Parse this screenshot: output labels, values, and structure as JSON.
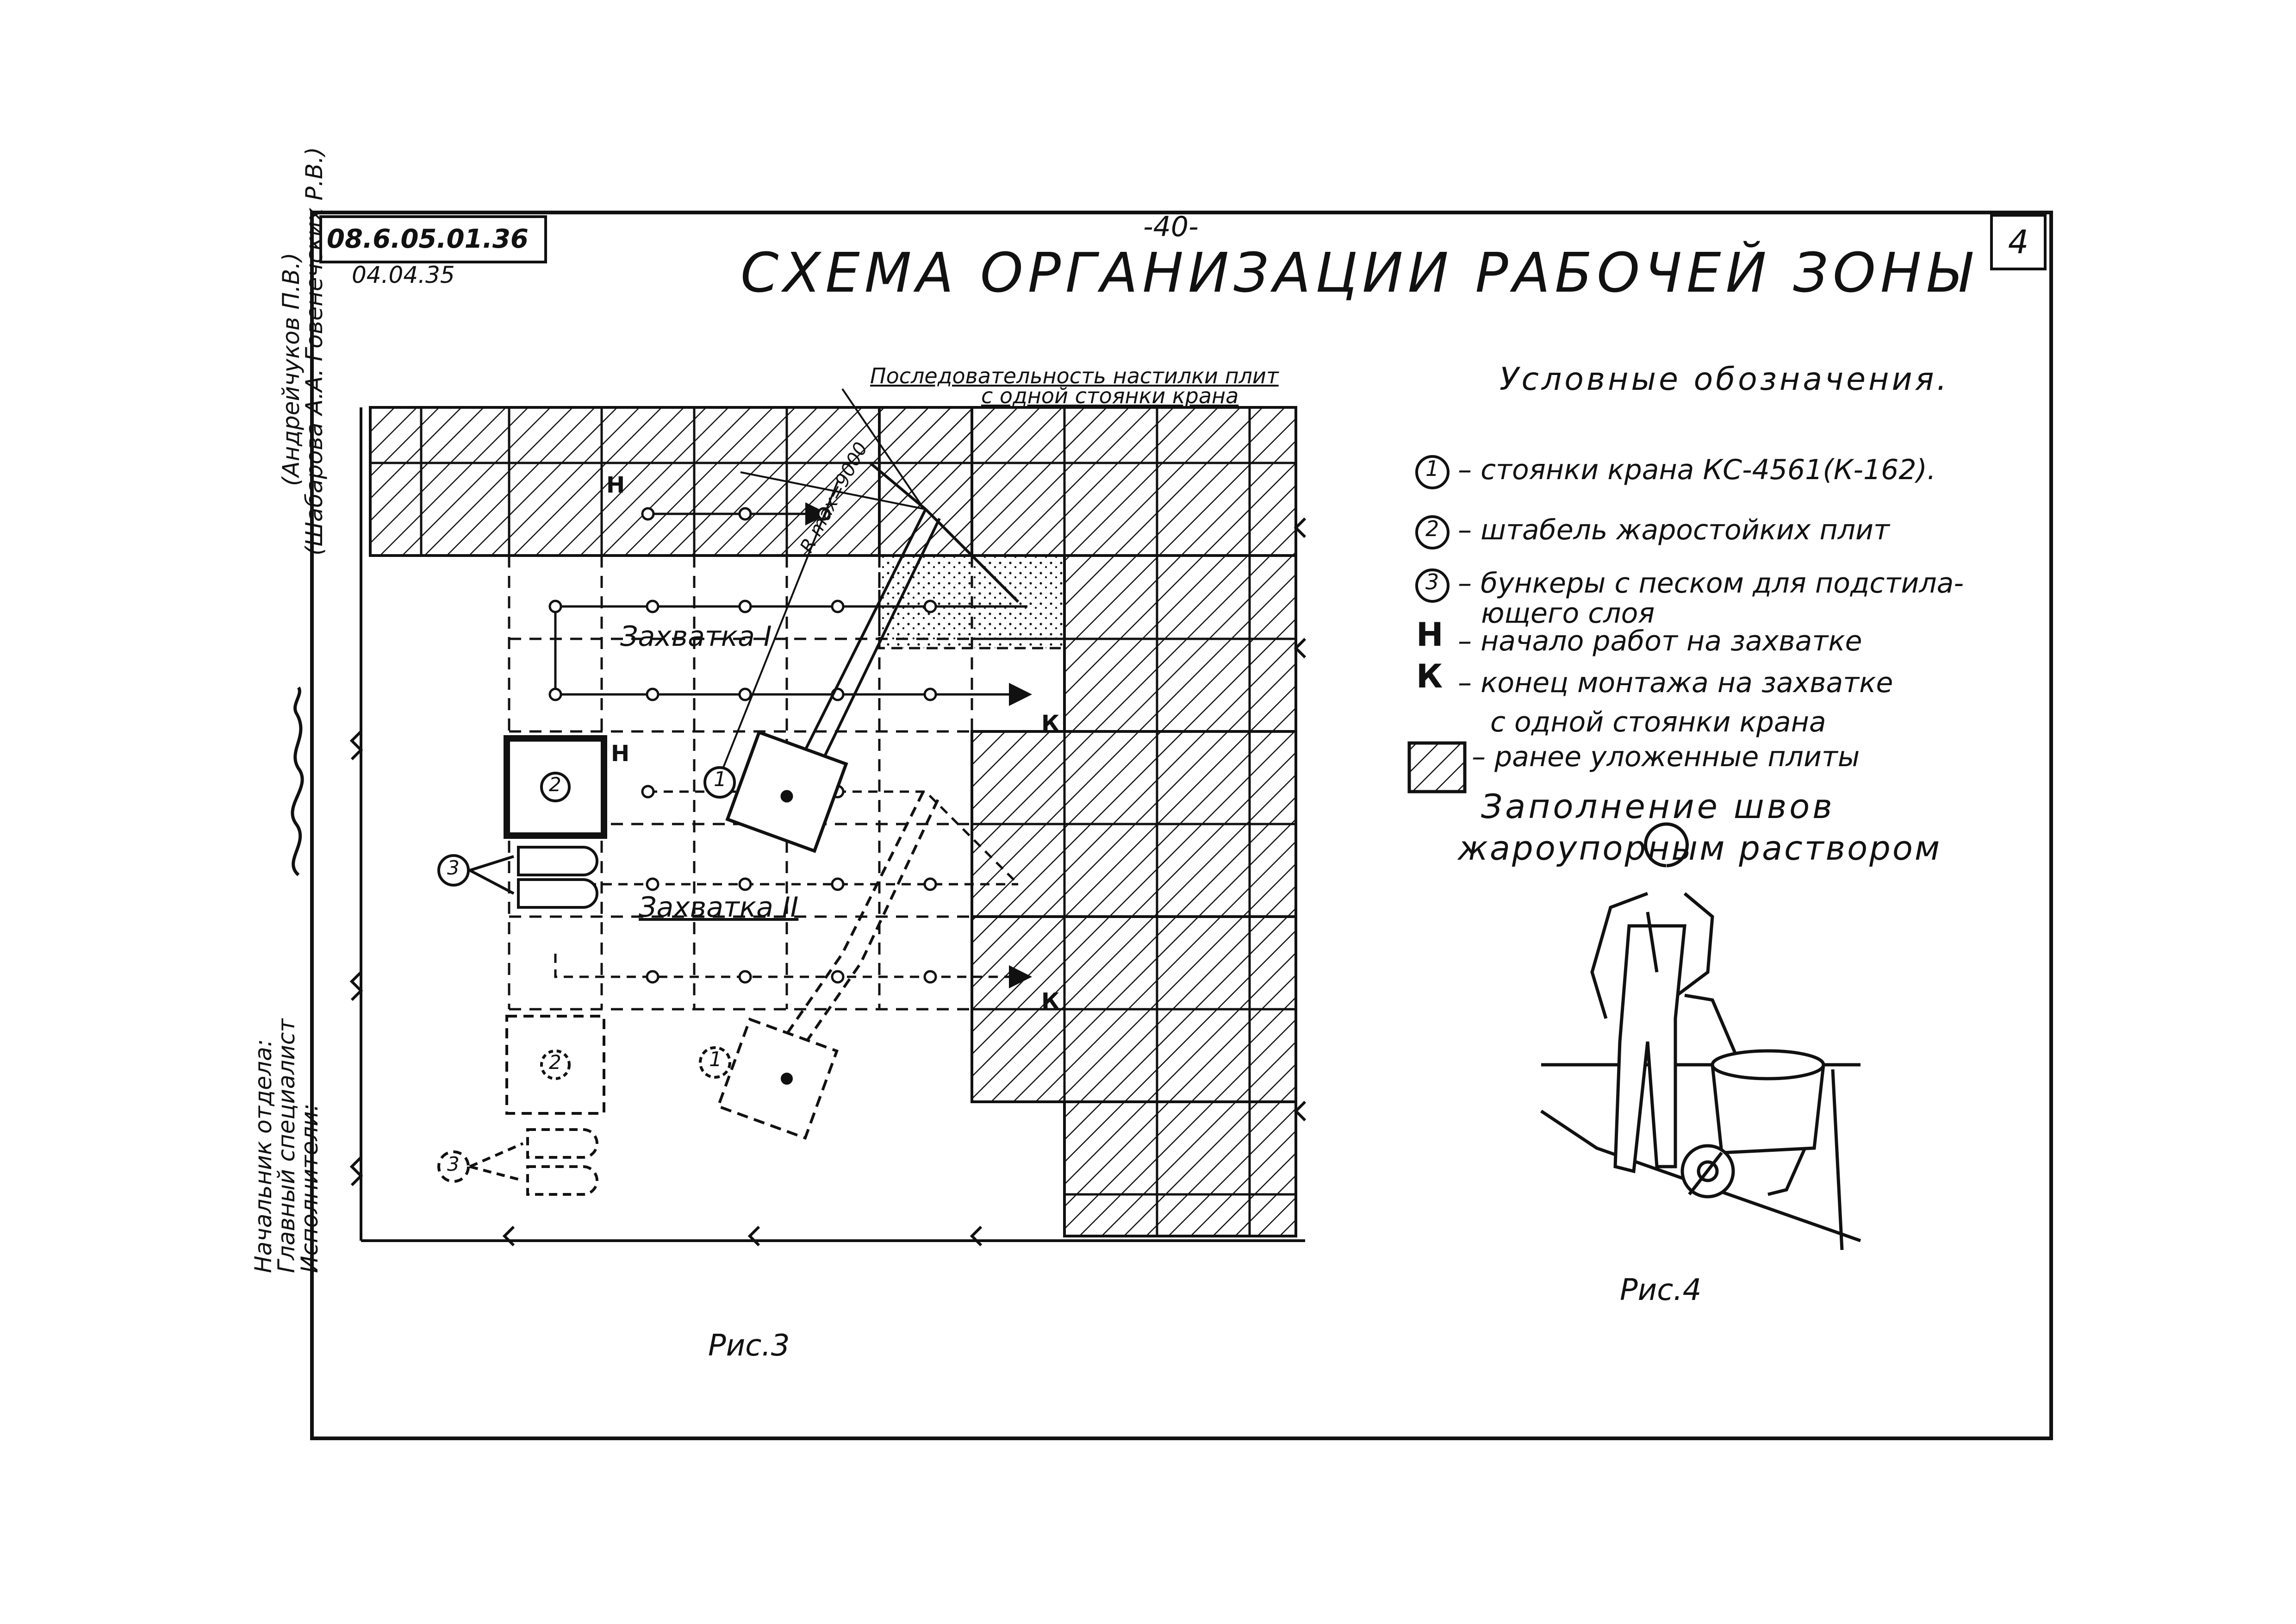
{
  "page_number": "-40-",
  "sheet_number": "4",
  "doc_code": "08.6.05.01.36",
  "doc_date": "04.04.35",
  "title": "СХЕМА ОРГАНИЗАЦИИ РАБОЧЕЙ ЗОНЫ",
  "side_block": {
    "names": "(Андрейчуков П.В.)",
    "names2": "(Шабарова А.А. Говенечских Р.В.)",
    "roles": [
      "Начальник отдела:",
      "Главный специалист",
      "Исполнители:"
    ]
  },
  "diagram": {
    "sequence_label_1": "Последовательность настилки плит",
    "sequence_label_2": "с одной стоянки крана",
    "radius_label": "R max=9000",
    "zone1_label": "Захватка I",
    "zone2_label": "Захватка II",
    "start_mark": "Н",
    "end_mark": "К",
    "crane_mark": "1",
    "stack_mark": "2",
    "bunker_mark": "3",
    "fig3_caption": "Рис.3"
  },
  "legend": {
    "heading": "Условные обозначения.",
    "items": [
      {
        "mark": "1",
        "text": "– стоянки крана КС-4561(К-162)."
      },
      {
        "mark": "2",
        "text": "– штабель жаростойких плит"
      },
      {
        "mark": "3",
        "text": "– бункеры с песком для подстила-"
      },
      {
        "mark": "",
        "text": "ющего слоя"
      },
      {
        "mark": "Н",
        "text": "– начало работ на захватке"
      },
      {
        "mark": "К",
        "text": "– конец монтажа на захватке"
      },
      {
        "mark": "",
        "text": "с одной стоянки крана"
      },
      {
        "mark": "hatch",
        "text": "– ранее уложенные плиты"
      }
    ]
  },
  "fig4": {
    "heading_1": "Заполнение швов",
    "heading_2": "жароупорным раствором",
    "caption": "Рис.4"
  }
}
